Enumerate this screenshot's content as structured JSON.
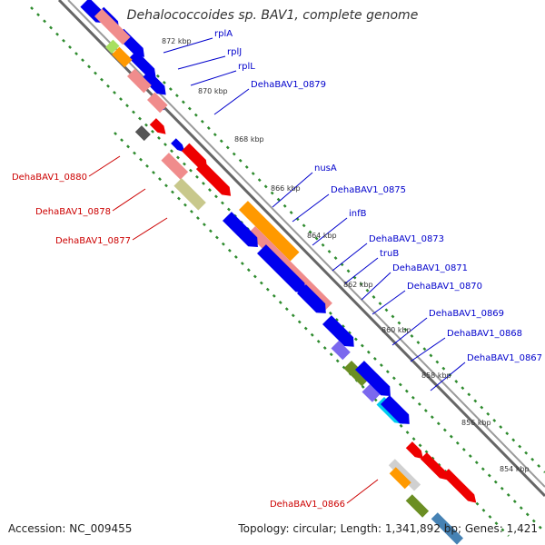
{
  "title": "Dehalococcoides sp. BAV1, complete genome",
  "footer": {
    "accession": "Accession: NC_009455",
    "summary": "Topology: circular; Length: 1,341,892 bp; Genes: 1,421"
  },
  "colors": {
    "forward_cds": "#0000ee",
    "reverse_cds": "#ee0000",
    "rRNA_pink": "#f08c8c",
    "orange": "#ff9900",
    "olive": "#6b8e23",
    "khaki": "#c8c88c",
    "purple": "#7b68ee",
    "cyan": "#00ccee",
    "dark_gray": "#555555",
    "backbone": "#888888",
    "ruler_dots": "#2e8b2e",
    "forward_label": "#0000cc",
    "reverse_label": "#cc0000"
  },
  "kbp_ticks": [
    "872 kbp",
    "870 kbp",
    "868 kbp",
    "866 kbp",
    "864 kbp",
    "862 kbp",
    "860 kbp",
    "858 kbp",
    "856 kbp",
    "854 kbp"
  ],
  "forward_labels": [
    "rplA",
    "rplJ",
    "rplL",
    "DehaBAV1_0879",
    "nusA",
    "DehaBAV1_0875",
    "infB",
    "DehaBAV1_0873",
    "truB",
    "DehaBAV1_0871",
    "DehaBAV1_0870",
    "DehaBAV1_0869",
    "DehaBAV1_0868",
    "DehaBAV1_0867"
  ],
  "reverse_labels": [
    "DehaBAV1_0880",
    "DehaBAV1_0878",
    "DehaBAV1_0877",
    "DehaBAV1_0866"
  ]
}
